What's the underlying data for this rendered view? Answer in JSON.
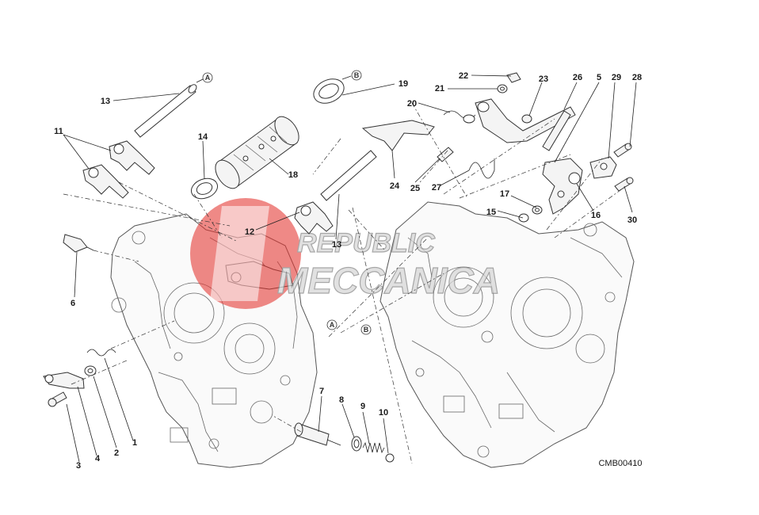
{
  "diagram": {
    "drawing_code": "CMB00410",
    "reference_letters": [
      "A",
      "B"
    ],
    "watermark": {
      "line1": "REPUBLIC",
      "line2": "MECCANICA",
      "logo_color": "#e53935"
    },
    "callouts": {
      "n1": "1",
      "n2": "2",
      "n3": "3",
      "n4": "4",
      "n5": "5",
      "n6": "6",
      "n7": "7",
      "n8": "8",
      "n9": "9",
      "n10": "10",
      "n11": "11",
      "n12": "12",
      "n13a": "13",
      "n13b": "13",
      "n14": "14",
      "n15": "15",
      "n16": "16",
      "n17": "17",
      "n18": "18",
      "n19": "19",
      "n20": "20",
      "n21": "21",
      "n22": "22",
      "n23": "23",
      "n24": "24",
      "n25": "25",
      "n26": "26",
      "n27": "27",
      "n28": "28",
      "n29": "29",
      "n30": "30"
    }
  }
}
